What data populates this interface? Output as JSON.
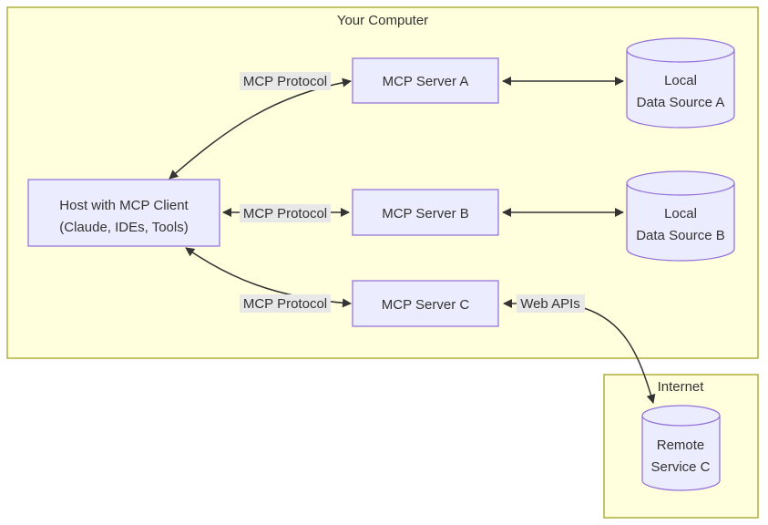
{
  "diagram": {
    "clusters": {
      "your_computer": {
        "label": "Your Computer"
      },
      "internet": {
        "label": "Internet"
      }
    },
    "nodes": {
      "host": {
        "line1": "Host with MCP Client",
        "line2": "(Claude, IDEs, Tools)"
      },
      "server_a": {
        "label": "MCP Server A"
      },
      "server_b": {
        "label": "MCP Server B"
      },
      "server_c": {
        "label": "MCP Server C"
      },
      "data_source_a": {
        "line1": "Local",
        "line2": "Data Source A"
      },
      "data_source_b": {
        "line1": "Local",
        "line2": "Data Source B"
      },
      "remote_service_c": {
        "line1": "Remote",
        "line2": "Service C"
      }
    },
    "edge_labels": {
      "mcp_protocol_a": "MCP Protocol",
      "mcp_protocol_b": "MCP Protocol",
      "mcp_protocol_c": "MCP Protocol",
      "web_apis": "Web APIs"
    }
  },
  "colors": {
    "cluster-fill": "#ffffde",
    "cluster-stroke": "#aaaa33",
    "node-fill": "#ECECFF",
    "node-stroke": "#9370DB",
    "edge-color": "#333333",
    "label-bg": "#e8e8e8",
    "text-color": "#333333",
    "page-bg": "#ffffff"
  }
}
